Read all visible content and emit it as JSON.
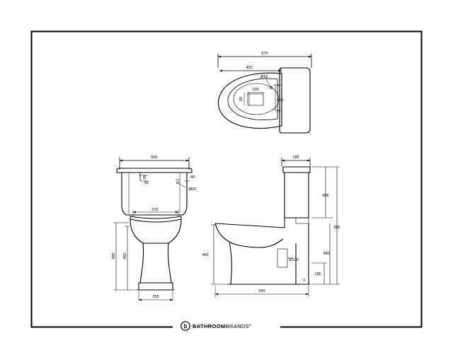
{
  "brand": {
    "name_bold": "BATHROOM",
    "name_light": "BRANDS",
    "mark": "®",
    "logo_letter": "b"
  },
  "plan_view": {
    "overall_width": "670",
    "bowl_length": "420",
    "outlet_diameter": "Ø18",
    "fixing_width": "105",
    "fixing_depth": "90",
    "rear_offset": "155"
  },
  "front_view": {
    "cistern_width": "500",
    "flush_button_offset": "55",
    "flush_button_top": "55",
    "inlet_height": "40",
    "inlet_diameter": "Ø22",
    "pan_width": "370",
    "pedestal_width": "255",
    "pan_height_outer": "480",
    "pan_height_inner": "460"
  },
  "side_view": {
    "cistern_depth": "185",
    "cistern_height": "405",
    "overall_height": "885",
    "rim_height": "460",
    "pan_height": "480",
    "outlet_height": "185",
    "outlet_diameter": "Ø100",
    "projection": "590"
  }
}
